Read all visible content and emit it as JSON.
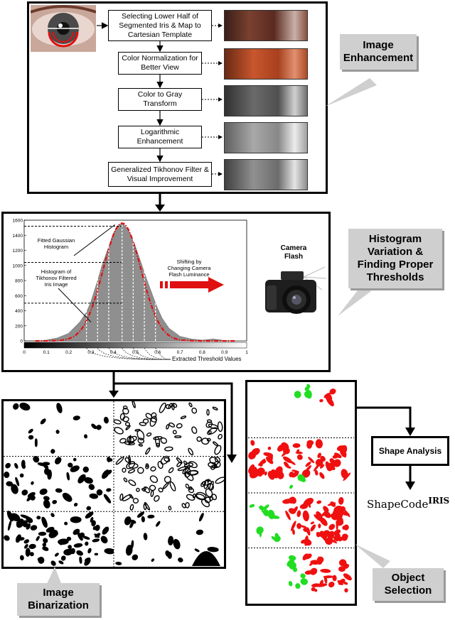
{
  "enhancement": {
    "steps": [
      "Selecting Lower Half of Segmented Iris & Map to Cartesian Template",
      "Color Normalization for Better View",
      "Color to Gray Transform",
      "Logarithmic Enhancement",
      "Generalized Tikhonov Filter & Visual Improvement"
    ],
    "callout": [
      "Image",
      "Enhancement"
    ]
  },
  "histogram": {
    "callout": [
      "Histogram",
      "Variation &",
      "Finding Proper",
      "Thresholds"
    ],
    "fitted_label": [
      "Fitted Gaussian",
      "Histogram"
    ],
    "filtered_label": [
      "Histogram of",
      "Tikhonov Filtered",
      "Iris Image"
    ],
    "shift_label": [
      "Shifting by",
      "Changing Camera",
      "Flash Luminance"
    ],
    "camera_label": [
      "Camera",
      "Flash"
    ],
    "threshold_label": "Extracted Threshold Values"
  },
  "chart_data": {
    "type": "area",
    "y_ticks": [
      0,
      200,
      400,
      600,
      800,
      1000,
      1200,
      1400,
      1600
    ],
    "x_ticks": [
      0,
      0.1,
      0.2,
      0.3,
      0.4,
      0.5,
      0.6,
      0.7,
      0.8,
      0.9,
      1
    ],
    "ylim": [
      0,
      1600
    ],
    "xlim": [
      0,
      1
    ],
    "grid": false,
    "series": [
      {
        "x": [
          0.05,
          0.1,
          0.15,
          0.2,
          0.25,
          0.28,
          0.3,
          0.33,
          0.35,
          0.38,
          0.4,
          0.42,
          0.44,
          0.46,
          0.48,
          0.5,
          0.52,
          0.55,
          0.58,
          0.6,
          0.62,
          0.65,
          0.7,
          0.75,
          0.8,
          0.85,
          0.9,
          0.95,
          1.0
        ],
        "y": [
          0,
          10,
          40,
          100,
          250,
          380,
          520,
          800,
          1000,
          1250,
          1420,
          1520,
          1560,
          1500,
          1400,
          1250,
          1080,
          820,
          580,
          430,
          300,
          170,
          60,
          25,
          10,
          25,
          5,
          0,
          0
        ]
      }
    ],
    "thresholds": [
      0.28,
      0.33,
      0.38,
      0.44,
      0.49,
      0.54,
      0.59
    ]
  },
  "binarization": {
    "callout": [
      "Image",
      "Binarization"
    ]
  },
  "selection": {
    "callout": [
      "Object",
      "Selection"
    ]
  },
  "shape": {
    "box_label": "Shape Analysis",
    "code_main": "ShapeCode",
    "code_sup": "IRIS"
  }
}
